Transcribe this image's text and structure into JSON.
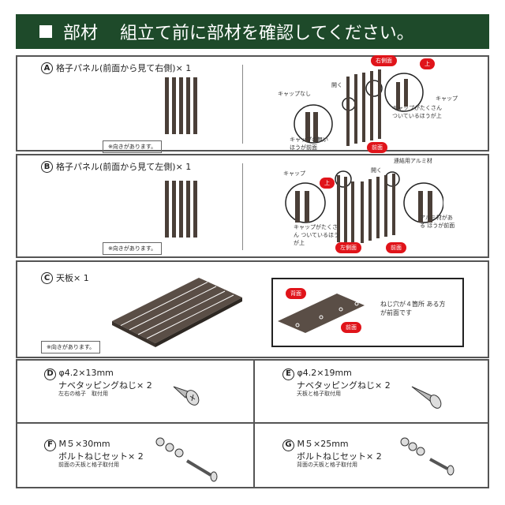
{
  "header": {
    "title": "部材",
    "subtitle": "組立て前に部材を確認してください。"
  },
  "parts": [
    {
      "letter": "A",
      "label": "格子パネル(前面から見て右側)× 1",
      "note": "※向きがあります。",
      "callouts": [
        "右側面",
        "上",
        "開く",
        "キャップなし",
        "キャップ",
        "キャップがたくさん ついているほうが上",
        "キャップの無い ほうが前面",
        "前面"
      ]
    },
    {
      "letter": "B",
      "label": "格子パネル(前面から見て左側)× 1",
      "note": "※向きがあります。",
      "callouts": [
        "連結用アルミ材",
        "開く",
        "キャップ",
        "上",
        "キャップがたくさん ついているほうが上",
        "アルミ材がある ほうが前面",
        "左側面",
        "前面"
      ]
    },
    {
      "letter": "C",
      "label": "天板× 1",
      "note": "※向きがあります。",
      "callouts": [
        "背面",
        "前面",
        "ねじ穴が４箇所 ある方が前面です"
      ]
    },
    {
      "letter": "D",
      "line1": "φ4.2×13mm",
      "line2": "ナベタッピングねじ× 2",
      "line3": "左右の格子　取付用"
    },
    {
      "letter": "E",
      "line1": "φ4.2×19mm",
      "line2": "ナベタッピングねじ× 2",
      "line3": "天板と格子取付用"
    },
    {
      "letter": "F",
      "line1": "M５×30mm",
      "line2": "ボルトねじセット× 2",
      "line3": "前面の天板と格子取付用"
    },
    {
      "letter": "G",
      "line1": "M５×25mm",
      "line2": "ボルトねじセット× 2",
      "line3": "背面の天板と格子取付用"
    }
  ],
  "colors": {
    "header": "#1e4a2a",
    "accent": "#e0141a",
    "wood": "#4a3f38"
  }
}
